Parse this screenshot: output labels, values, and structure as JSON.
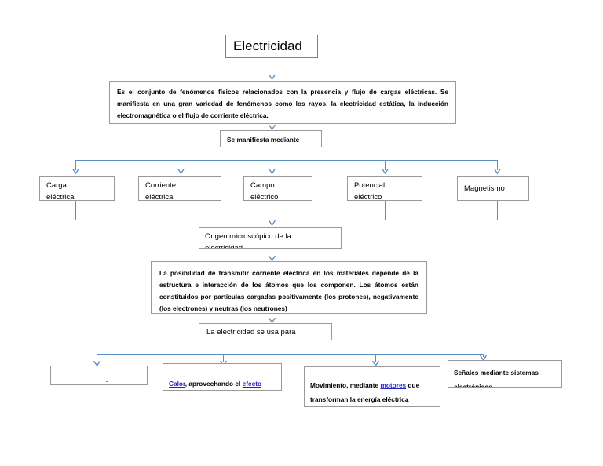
{
  "document": {
    "title": "Electricidad",
    "type": "concept-map"
  },
  "nodes": {
    "title": "Electricidad",
    "intro": "Es el conjunto de fenómenos físicos relacionados con la presencia y flujo de cargas eléctricas. Se manifiesta en una gran variedad de fenómenos como los rayos, la electricidad estática, la inducción electromagnética o el flujo de corriente eléctrica.",
    "manifiesta_label": "Se manifiesta mediante",
    "manifestations": [
      {
        "line1": "Carga",
        "line2": "eléctrica"
      },
      {
        "line1": "Corriente",
        "line2": "eléctrica"
      },
      {
        "line1": "Campo",
        "line2": "eléctrico"
      },
      {
        "line1": "Potencial",
        "line2": "eléctrico"
      },
      {
        "line1": "Magnetismo",
        "line2": ""
      }
    ],
    "origen": {
      "line1": "Origen microscópico de la",
      "line2": "electricidad"
    },
    "atoms": "La posibilidad de transmitir corriente eléctrica en los materiales depende de la estructura e interacción de los átomos que los componen. Los átomos están constituidos por partículas cargadas positivamente (los protones), negativamente (los electrones) y neutras (los neutrones)",
    "usa_label": "La electricidad se usa para",
    "uses": [
      {
        "id": "empty",
        "text": ".",
        "parts": []
      },
      {
        "id": "calor",
        "parts": [
          {
            "text": "Calor",
            "link": true
          },
          {
            "text": ", aprovechando el ",
            "link": false
          },
          {
            "text": "efecto",
            "link": true
          },
          {
            "text": " ",
            "link": false
          }
        ]
      },
      {
        "id": "movimiento",
        "parts": [
          {
            "text": "Movimiento, mediante ",
            "link": false
          },
          {
            "text": "motores",
            "link": true
          },
          {
            "text": " que transforman la energía eléctrica",
            "link": false
          }
        ]
      },
      {
        "id": "senales",
        "parts": [
          {
            "text": "Señales mediante sistemas electrónicos",
            "link": false
          }
        ]
      }
    ]
  },
  "colors": {
    "connector": "#5b8fc4",
    "box_border": "#9a9a9a",
    "title_border": "#808080",
    "link": "#2222cc",
    "background": "#ffffff",
    "text": "#000000"
  }
}
